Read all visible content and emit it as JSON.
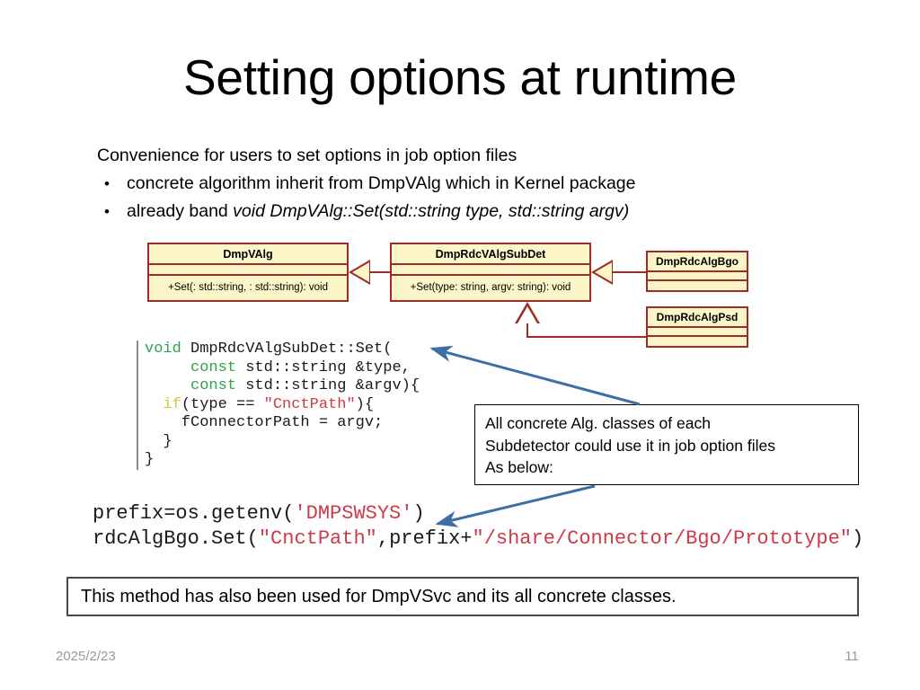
{
  "slide": {
    "title": "Setting options at runtime",
    "footer_date": "2025/2/23",
    "page_number": "11"
  },
  "body": {
    "intro": "Convenience for users to set options in job option files",
    "bullet_marker": "•",
    "bullets": [
      {
        "plain": "concrete algorithm inherit from DmpVAlg which in Kernel package",
        "italic": ""
      },
      {
        "plain": "already band ",
        "italic": "void DmpVAlg::Set(std::string type, std::string argv)"
      }
    ]
  },
  "uml": {
    "fill_color": "#fcf5c7",
    "border_color": "#9e2b25",
    "classes": [
      {
        "name": "DmpVAlg",
        "method": "+Set(: std::string, : std::string): void"
      },
      {
        "name": "DmpRdcVAlgSubDet",
        "method": "+Set(type: string, argv: string): void"
      },
      {
        "name": "DmpRdcAlgBgo",
        "method": ""
      },
      {
        "name": "DmpRdcAlgPsd",
        "method": ""
      }
    ]
  },
  "code_upper": {
    "lines": [
      [
        {
          "t": "void",
          "c": "kw-green"
        },
        {
          "t": " DmpRdcVAlgSubDet::Set(",
          "c": ""
        }
      ],
      [
        {
          "t": "     ",
          "c": ""
        },
        {
          "t": "const",
          "c": "kw-green"
        },
        {
          "t": " std::string &type,",
          "c": ""
        }
      ],
      [
        {
          "t": "     ",
          "c": ""
        },
        {
          "t": "const",
          "c": "kw-green"
        },
        {
          "t": " std::string &argv){",
          "c": ""
        }
      ],
      [
        {
          "t": "  ",
          "c": ""
        },
        {
          "t": "if",
          "c": "kw-yellow"
        },
        {
          "t": "(type == ",
          "c": ""
        },
        {
          "t": "\"CnctPath\"",
          "c": "str-red"
        },
        {
          "t": "){",
          "c": ""
        }
      ],
      [
        {
          "t": "    fConnectorPath = argv;",
          "c": ""
        }
      ],
      [
        {
          "t": "  }",
          "c": ""
        }
      ],
      [
        {
          "t": "}",
          "c": ""
        }
      ]
    ]
  },
  "code_lower": {
    "lines": [
      [
        {
          "t": "prefix=os.getenv(",
          "c": ""
        },
        {
          "t": "'DMPSWSYS'",
          "c": "str-red"
        },
        {
          "t": ")",
          "c": ""
        }
      ],
      [
        {
          "t": "rdcAlgBgo.Set(",
          "c": ""
        },
        {
          "t": "\"CnctPath\"",
          "c": "str-red"
        },
        {
          "t": ",prefix+",
          "c": ""
        },
        {
          "t": "\"/share/Connector/Bgo/Prototype\"",
          "c": "str-red"
        },
        {
          "t": ")",
          "c": ""
        }
      ]
    ]
  },
  "callout": {
    "lines": [
      "All concrete Alg. classes of each",
      "Subdetector could use it in job option files",
      "As below:"
    ],
    "arrow_color": "#3d6fa5"
  },
  "summary": {
    "text": "This method has also been used for DmpVSvc and its all concrete classes."
  }
}
